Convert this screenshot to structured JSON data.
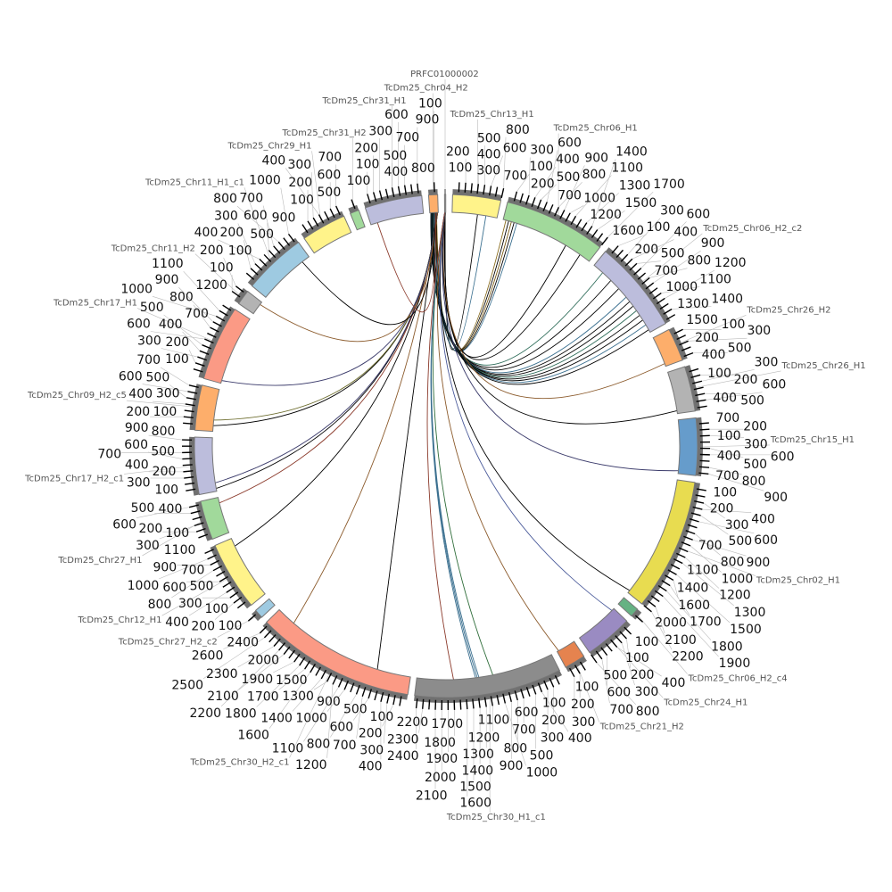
{
  "chart_data": {
    "type": "chord",
    "title": "",
    "tick_interval": 100,
    "segments": [
      {
        "name": "TcDm25_Chr13_H1",
        "length": 800,
        "color": "#fff38a"
      },
      {
        "name": "TcDm25_Chr06_H1",
        "length": 1700,
        "color": "#a1d99b"
      },
      {
        "name": "TcDm25_Chr06_H2_c2",
        "length": 1550,
        "color": "#bcbddc"
      },
      {
        "name": "TcDm25_Chr26_H2",
        "length": 550,
        "color": "#fdae6b"
      },
      {
        "name": "TcDm25_Chr26_H1",
        "length": 750,
        "color": "#b3b3b3"
      },
      {
        "name": "TcDm25_Chr15_H1",
        "length": 950,
        "color": "#669ccb"
      },
      {
        "name": "TcDm25_Chr02_H1",
        "length": 2200,
        "color": "#e8dc50"
      },
      {
        "name": "TcDm25_Chr06_H2_c4",
        "length": 150,
        "color": "#66b283"
      },
      {
        "name": "TcDm25_Chr24_H1",
        "length": 800,
        "color": "#9a8bc2"
      },
      {
        "name": "TcDm25_Chr21_H2",
        "length": 350,
        "color": "#e5834f"
      },
      {
        "name": "TcDm25_Chr30_H1_c1",
        "length": 2450,
        "color": "#8c8c8c"
      },
      {
        "name": "TcDm25_Chr30_H2_c1",
        "length": 2650,
        "color": "#fb9a85"
      },
      {
        "name": "TcDm25_Chr27_H2_c2",
        "length": 150,
        "color": "#9ecae1"
      },
      {
        "name": "TcDm25_Chr12_H1",
        "length": 1150,
        "color": "#fff38a"
      },
      {
        "name": "TcDm25_Chr27_H1",
        "length": 650,
        "color": "#a1d99b"
      },
      {
        "name": "TcDm25_Chr17_H2_c1",
        "length": 950,
        "color": "#bcbddc"
      },
      {
        "name": "TcDm25_Chr09_H2_c5",
        "length": 750,
        "color": "#fdae6b"
      },
      {
        "name": "TcDm25_Chr17_H1",
        "length": 1250,
        "color": "#fb9a85"
      },
      {
        "name": "TcDm25_Chr11_H2",
        "length": 250,
        "color": "#b3b3b3"
      },
      {
        "name": "TcDm25_Chr11_H1_c1",
        "length": 1050,
        "color": "#9ecae1"
      },
      {
        "name": "TcDm25_Chr29_H1",
        "length": 750,
        "color": "#fff38a"
      },
      {
        "name": "TcDm25_Chr31_H2",
        "length": 150,
        "color": "#a1d99b"
      },
      {
        "name": "TcDm25_Chr31_H1",
        "length": 950,
        "color": "#bcbddc"
      },
      {
        "name": "TcDm25_Chr04_H2",
        "length": 150,
        "color": "#fdae6b"
      },
      {
        "name": "PRFC01000002",
        "length": 20,
        "color": "#b3b3b3"
      }
    ],
    "links": [
      {
        "source": [
          24,
          10
        ],
        "target": [
          0,
          600
        ],
        "color": "#3a6f8f"
      },
      {
        "source": [
          24,
          10
        ],
        "target": [
          0,
          450
        ],
        "color": "#000000"
      },
      {
        "source": [
          23,
          120
        ],
        "target": [
          1,
          50
        ],
        "color": "#8a6d1f"
      },
      {
        "source": [
          23,
          110
        ],
        "target": [
          1,
          100
        ],
        "color": "#000000"
      },
      {
        "source": [
          23,
          100
        ],
        "target": [
          1,
          150
        ],
        "color": "#7a5a14"
      },
      {
        "source": [
          23,
          90
        ],
        "target": [
          1,
          200
        ],
        "color": "#000000"
      },
      {
        "source": [
          23,
          80
        ],
        "target": [
          1,
          250
        ],
        "color": "#3a6f8f"
      },
      {
        "source": [
          24,
          12
        ],
        "target": [
          1,
          1200
        ],
        "color": "#000000"
      },
      {
        "source": [
          24,
          12
        ],
        "target": [
          1,
          1500
        ],
        "color": "#000000"
      },
      {
        "source": [
          23,
          70
        ],
        "target": [
          2,
          200
        ],
        "color": "#2f6d5a"
      },
      {
        "source": [
          23,
          65
        ],
        "target": [
          2,
          400
        ],
        "color": "#000000"
      },
      {
        "source": [
          23,
          60
        ],
        "target": [
          2,
          600
        ],
        "color": "#000000"
      },
      {
        "source": [
          23,
          55
        ],
        "target": [
          2,
          800
        ],
        "color": "#3a6f8f"
      },
      {
        "source": [
          23,
          50
        ],
        "target": [
          2,
          900
        ],
        "color": "#000000"
      },
      {
        "source": [
          23,
          45
        ],
        "target": [
          2,
          1000
        ],
        "color": "#000000"
      },
      {
        "source": [
          23,
          40
        ],
        "target": [
          2,
          1100
        ],
        "color": "#2f6d5a"
      },
      {
        "source": [
          23,
          35
        ],
        "target": [
          2,
          1200
        ],
        "color": "#000000"
      },
      {
        "source": [
          23,
          30
        ],
        "target": [
          2,
          1300
        ],
        "color": "#000000"
      },
      {
        "source": [
          23,
          25
        ],
        "target": [
          2,
          1400
        ],
        "color": "#3a6f8f"
      },
      {
        "source": [
          23,
          20
        ],
        "target": [
          2,
          1500
        ],
        "color": "#000000"
      },
      {
        "source": [
          24,
          8
        ],
        "target": [
          3,
          500
        ],
        "color": "#8b5a2b"
      },
      {
        "source": [
          24,
          8
        ],
        "target": [
          4,
          700
        ],
        "color": "#000000"
      },
      {
        "source": [
          24,
          6
        ],
        "target": [
          5,
          900
        ],
        "color": "#3b3b6b"
      },
      {
        "source": [
          24,
          6
        ],
        "target": [
          6,
          2150
        ],
        "color": "#000000"
      },
      {
        "source": [
          24,
          5
        ],
        "target": [
          8,
          50
        ],
        "color": "#4a5a9a"
      },
      {
        "source": [
          24,
          5
        ],
        "target": [
          9,
          320
        ],
        "color": "#8b5a2b"
      },
      {
        "source": [
          24,
          4
        ],
        "target": [
          10,
          1100
        ],
        "color": "#2f6d3a"
      },
      {
        "source": [
          24,
          4
        ],
        "target": [
          10,
          1350
        ],
        "color": "#3a6f8f"
      },
      {
        "source": [
          24,
          3
        ],
        "target": [
          10,
          1380
        ],
        "color": "#3a6f8f"
      },
      {
        "source": [
          24,
          3
        ],
        "target": [
          10,
          1410
        ],
        "color": "#3a6f8f"
      },
      {
        "source": [
          24,
          2
        ],
        "target": [
          10,
          1800
        ],
        "color": "#8b3a2b"
      },
      {
        "source": [
          23,
          140
        ],
        "target": [
          11,
          600
        ],
        "color": "#000000"
      },
      {
        "source": [
          23,
          140
        ],
        "target": [
          11,
          2300
        ],
        "color": "#8b5a2b"
      },
      {
        "source": [
          23,
          130
        ],
        "target": [
          13,
          1000
        ],
        "color": "#000000"
      },
      {
        "source": [
          23,
          130
        ],
        "target": [
          14,
          550
        ],
        "color": "#8b3a2b"
      },
      {
        "source": [
          23,
          125
        ],
        "target": [
          15,
          50
        ],
        "color": "#000000"
      },
      {
        "source": [
          23,
          125
        ],
        "target": [
          15,
          150
        ],
        "color": "#3b3b6b"
      },
      {
        "source": [
          23,
          118
        ],
        "target": [
          16,
          100
        ],
        "color": "#000000"
      },
      {
        "source": [
          23,
          118
        ],
        "target": [
          16,
          200
        ],
        "color": "#6b6b2b"
      },
      {
        "source": [
          23,
          112
        ],
        "target": [
          17,
          50
        ],
        "color": "#3b3b6b"
      },
      {
        "source": [
          23,
          108
        ],
        "target": [
          18,
          200
        ],
        "color": "#8b5a2b"
      },
      {
        "source": [
          23,
          104
        ],
        "target": [
          19,
          900
        ],
        "color": "#000000"
      },
      {
        "source": [
          23,
          100
        ],
        "target": [
          22,
          120
        ],
        "color": "#8b3a2b"
      }
    ]
  }
}
